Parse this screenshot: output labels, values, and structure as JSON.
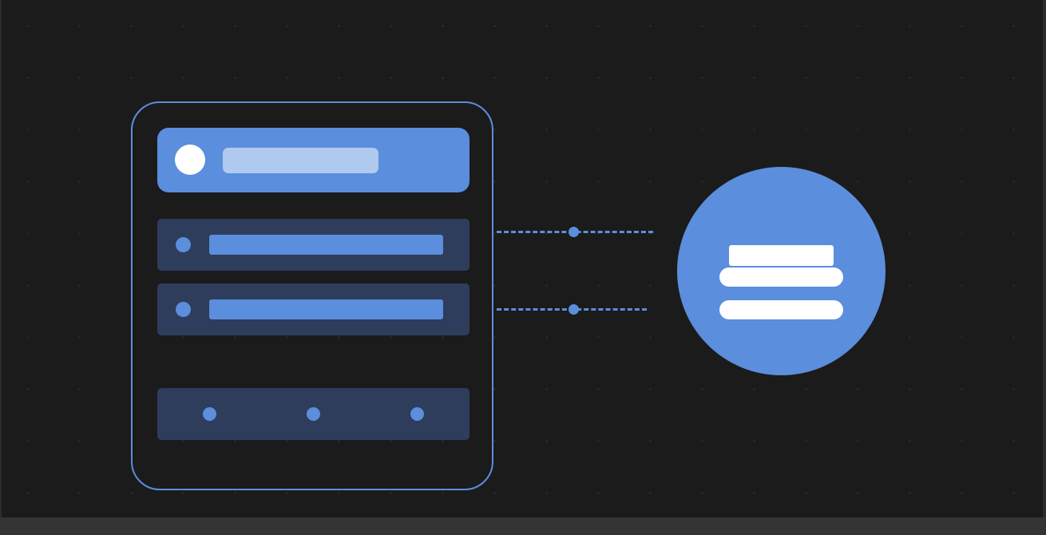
{
  "diagram": {
    "accent_color": "#5b8edc",
    "background_color": "#1b1b1b",
    "app_frame": {
      "header": {
        "icon": "avatar-circle-icon"
      },
      "list_rows": [
        {
          "icon": "bullet-dot-icon"
        },
        {
          "icon": "bullet-dot-icon"
        }
      ],
      "nav_bar": {
        "dot_count": 3
      }
    },
    "connections": [
      {
        "from": "list-row-1",
        "to": "database"
      },
      {
        "from": "list-row-2",
        "to": "database"
      }
    ],
    "database": {
      "icon": "database-stack-icon"
    }
  }
}
